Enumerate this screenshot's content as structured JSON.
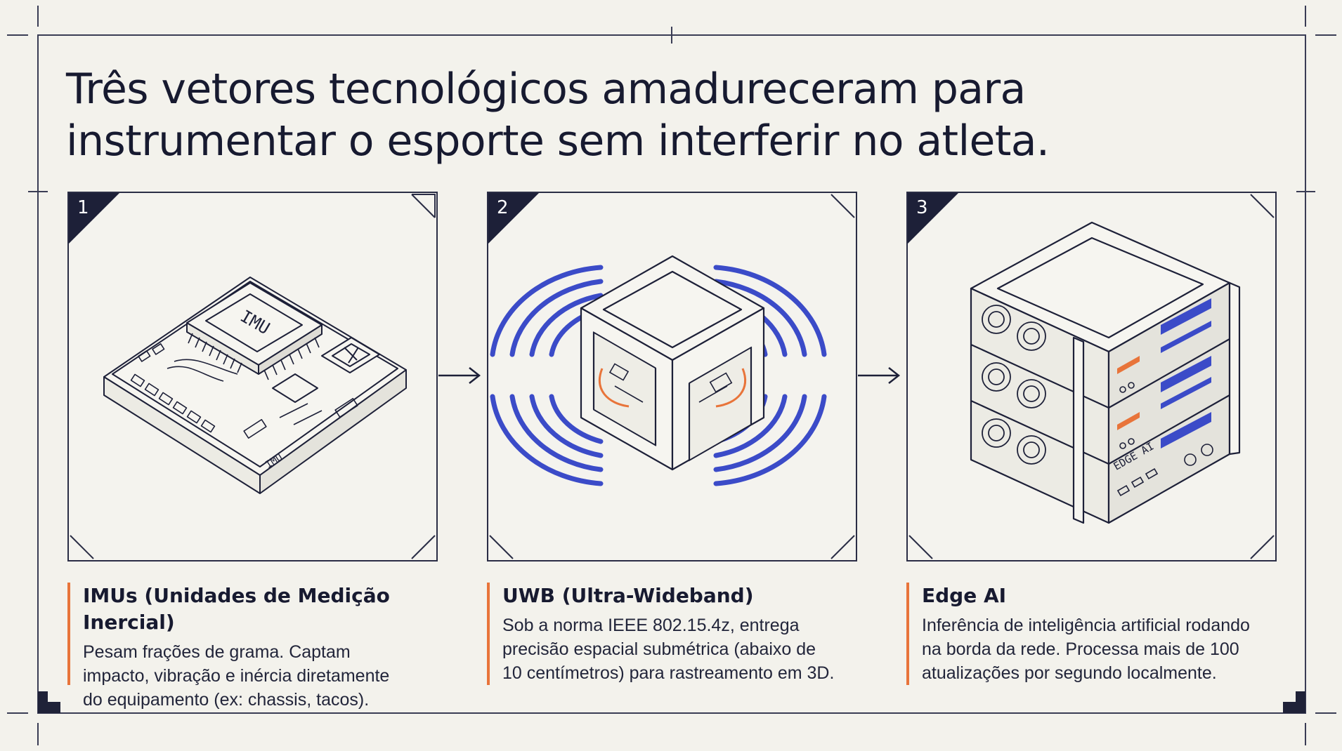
{
  "headline": {
    "line1": "Três vetores tecnológicos amadureceram para",
    "line2": "instrumentar o esporte sem interferir no atleta."
  },
  "panels": [
    {
      "number": "1",
      "chip_label": "IMU",
      "board_label": "IMU",
      "title": "IMUs (Unidades de Medição Inercial)",
      "body": [
        "Pesam frações de grama. Captam",
        "impacto, vibração e inércia diretamente",
        "do equipamento (ex: chassis, tacos)."
      ]
    },
    {
      "number": "2",
      "title": "UWB (Ultra-Wideband)",
      "body": [
        "Sob a norma IEEE 802.15.4z, entrega",
        "precisão espacial submétrica (abaixo de",
        "10 centímetros) para rastreamento em 3D."
      ]
    },
    {
      "number": "3",
      "rack_label": "EDGE AI",
      "title": "Edge AI",
      "body": [
        "Inferência de inteligência artificial rodando",
        "na borda da rede. Processa mais de 100",
        "atualizações por segundo localmente."
      ]
    }
  ],
  "colors": {
    "ink": "#1a1d33",
    "accent_orange": "#e8743a",
    "signal_blue": "#3b4bc8",
    "paper": "#f3f2ec"
  },
  "icons": [
    "imu-board-icon",
    "uwb-cube-signal-icon",
    "edge-server-rack-icon",
    "arrow-right-icon"
  ]
}
